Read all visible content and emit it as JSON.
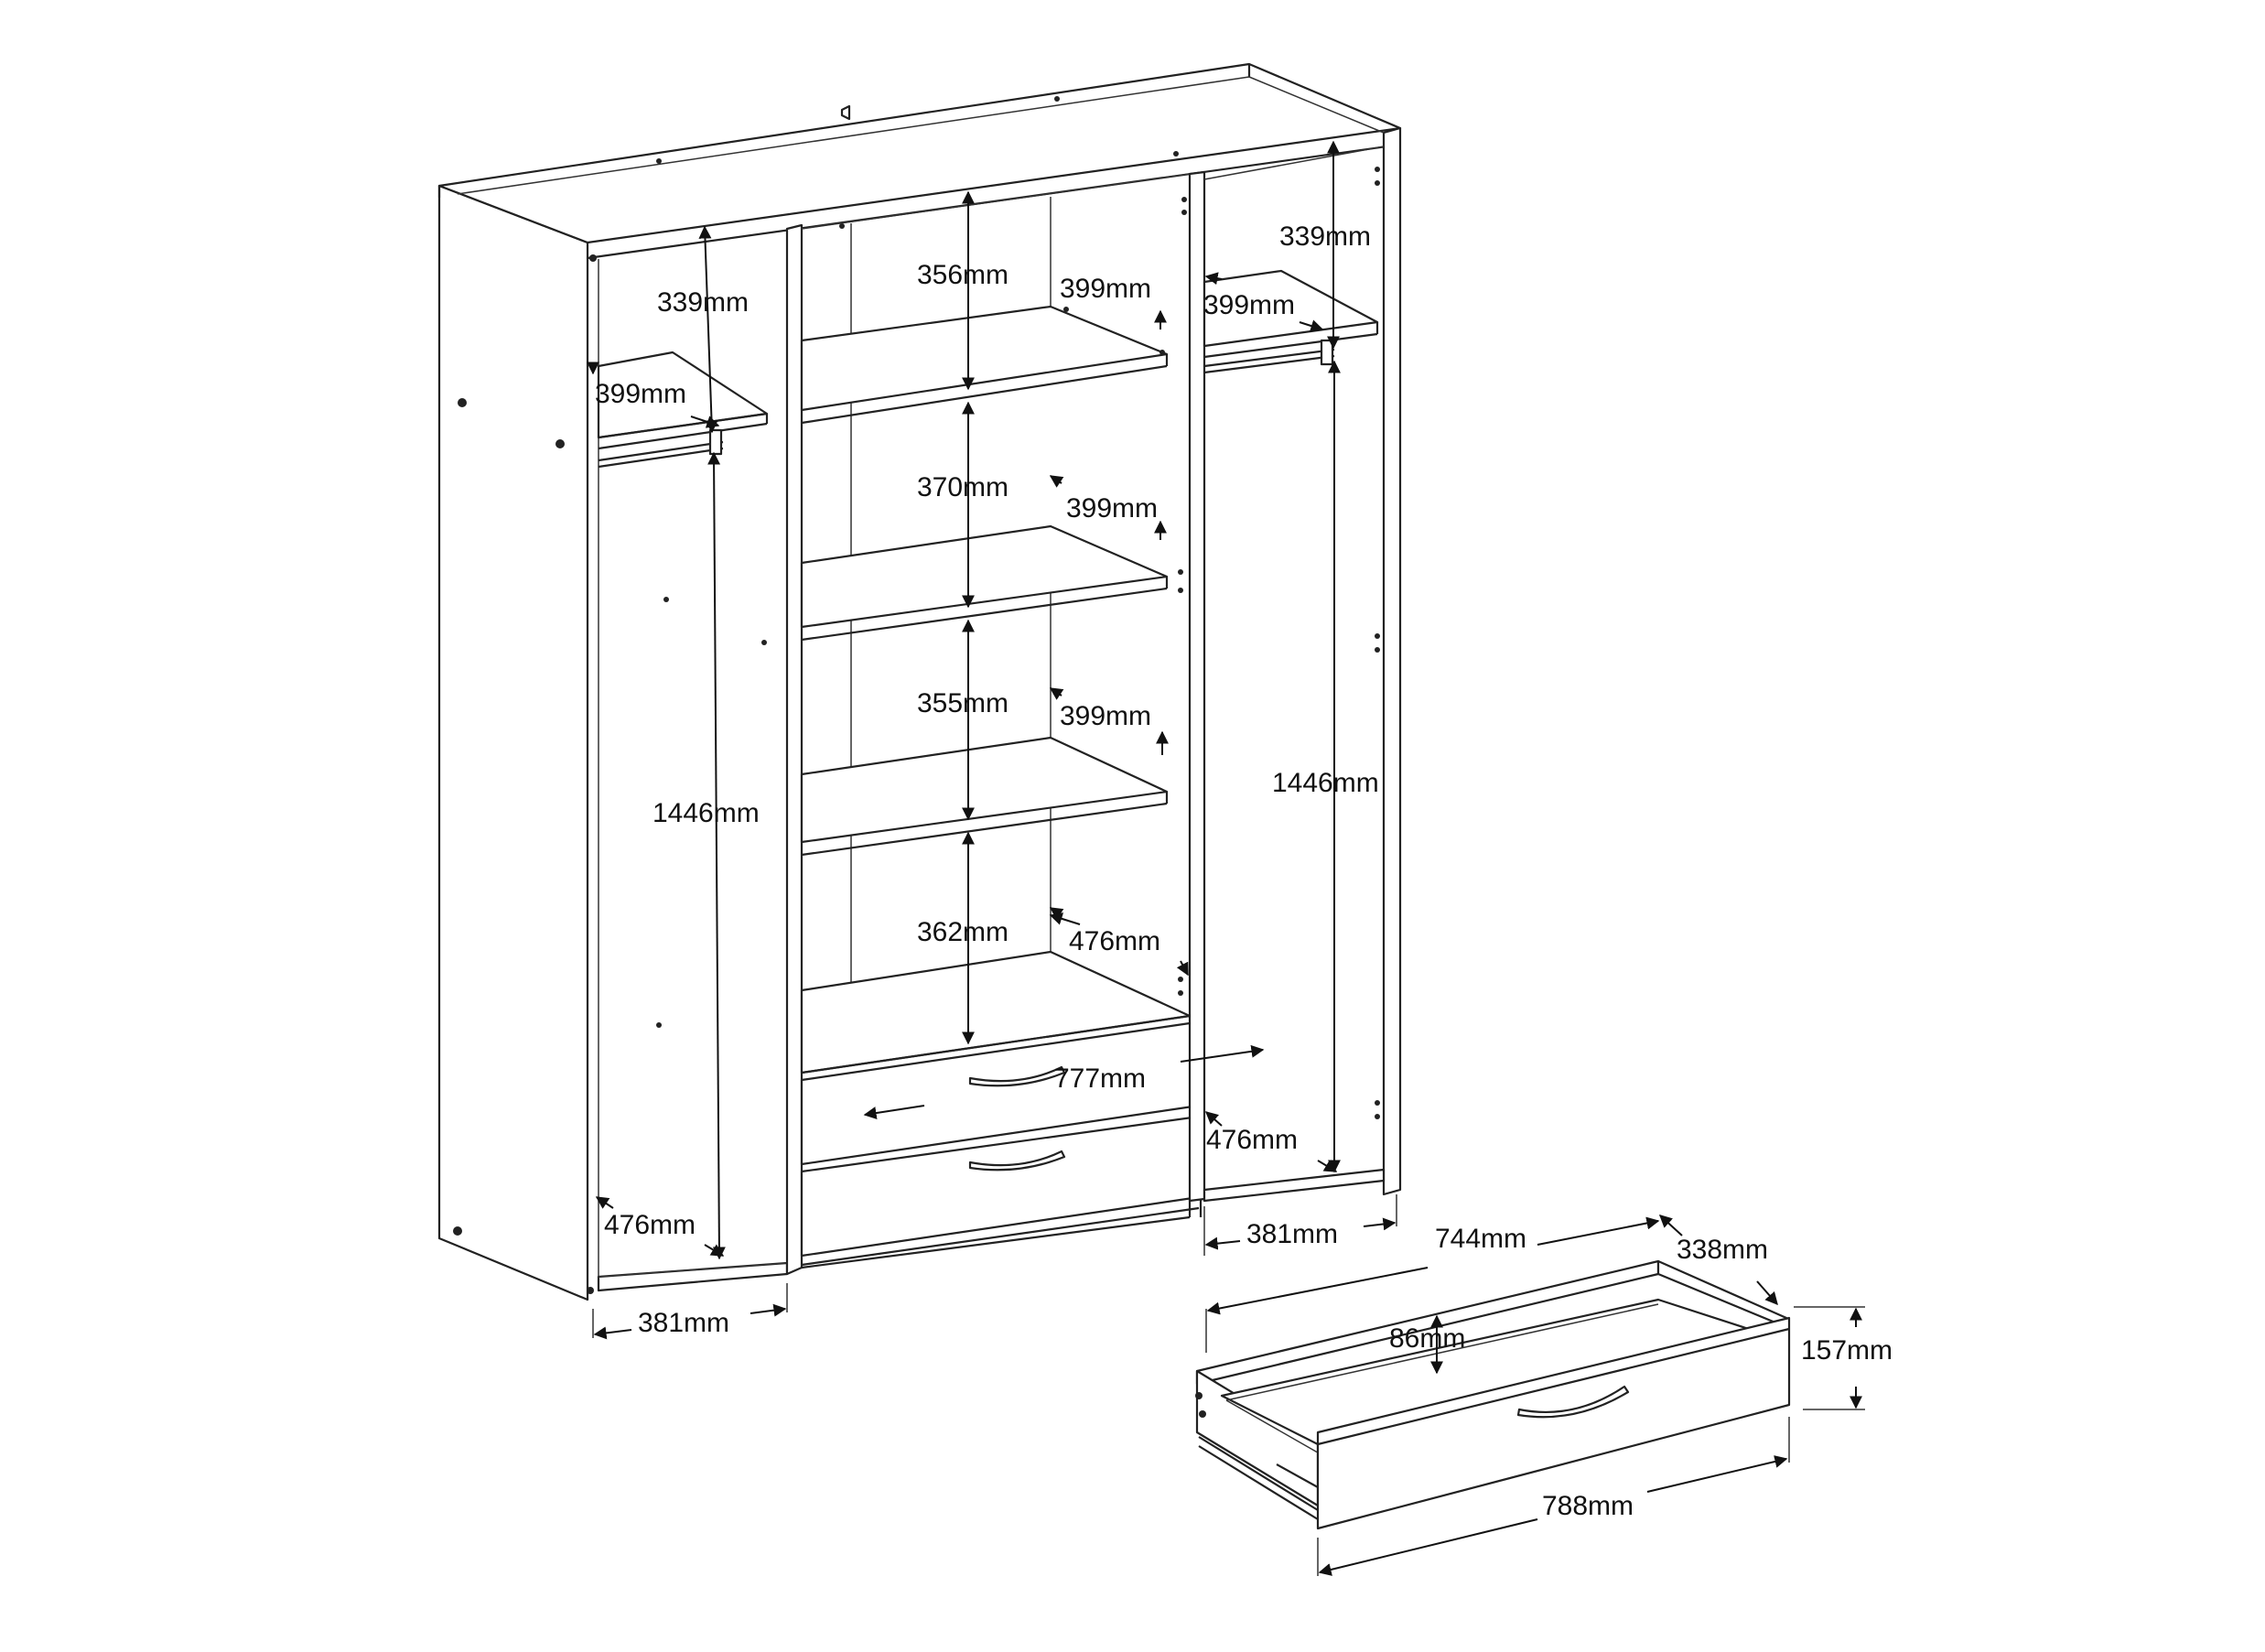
{
  "colors": {
    "line": "#222222",
    "text": "#111111",
    "background": "#ffffff"
  },
  "dimensions": {
    "left_top_clearance": "339mm",
    "left_shelf_depth": "399mm",
    "left_hanging_height": "1446mm",
    "left_bottom_depth": "476mm",
    "left_width": "381mm",
    "center_shelf1_height": "356mm",
    "center_shelf1_depth": "399mm",
    "center_shelf2_height": "370mm",
    "center_shelf2_depth": "399mm",
    "center_shelf3_height": "355mm",
    "center_shelf3_depth": "399mm",
    "center_shelf4_height": "362mm",
    "center_bottom_depth": "476mm",
    "center_width": "777mm",
    "right_top_clearance": "339mm",
    "right_shelf_depth": "399mm",
    "right_hanging_height": "1446mm",
    "right_bottom_depth": "476mm",
    "right_width": "381mm",
    "drawer_inner_width": "744mm",
    "drawer_depth": "338mm",
    "drawer_inner_height": "86mm",
    "drawer_front_height": "157mm",
    "drawer_front_width": "788mm"
  }
}
